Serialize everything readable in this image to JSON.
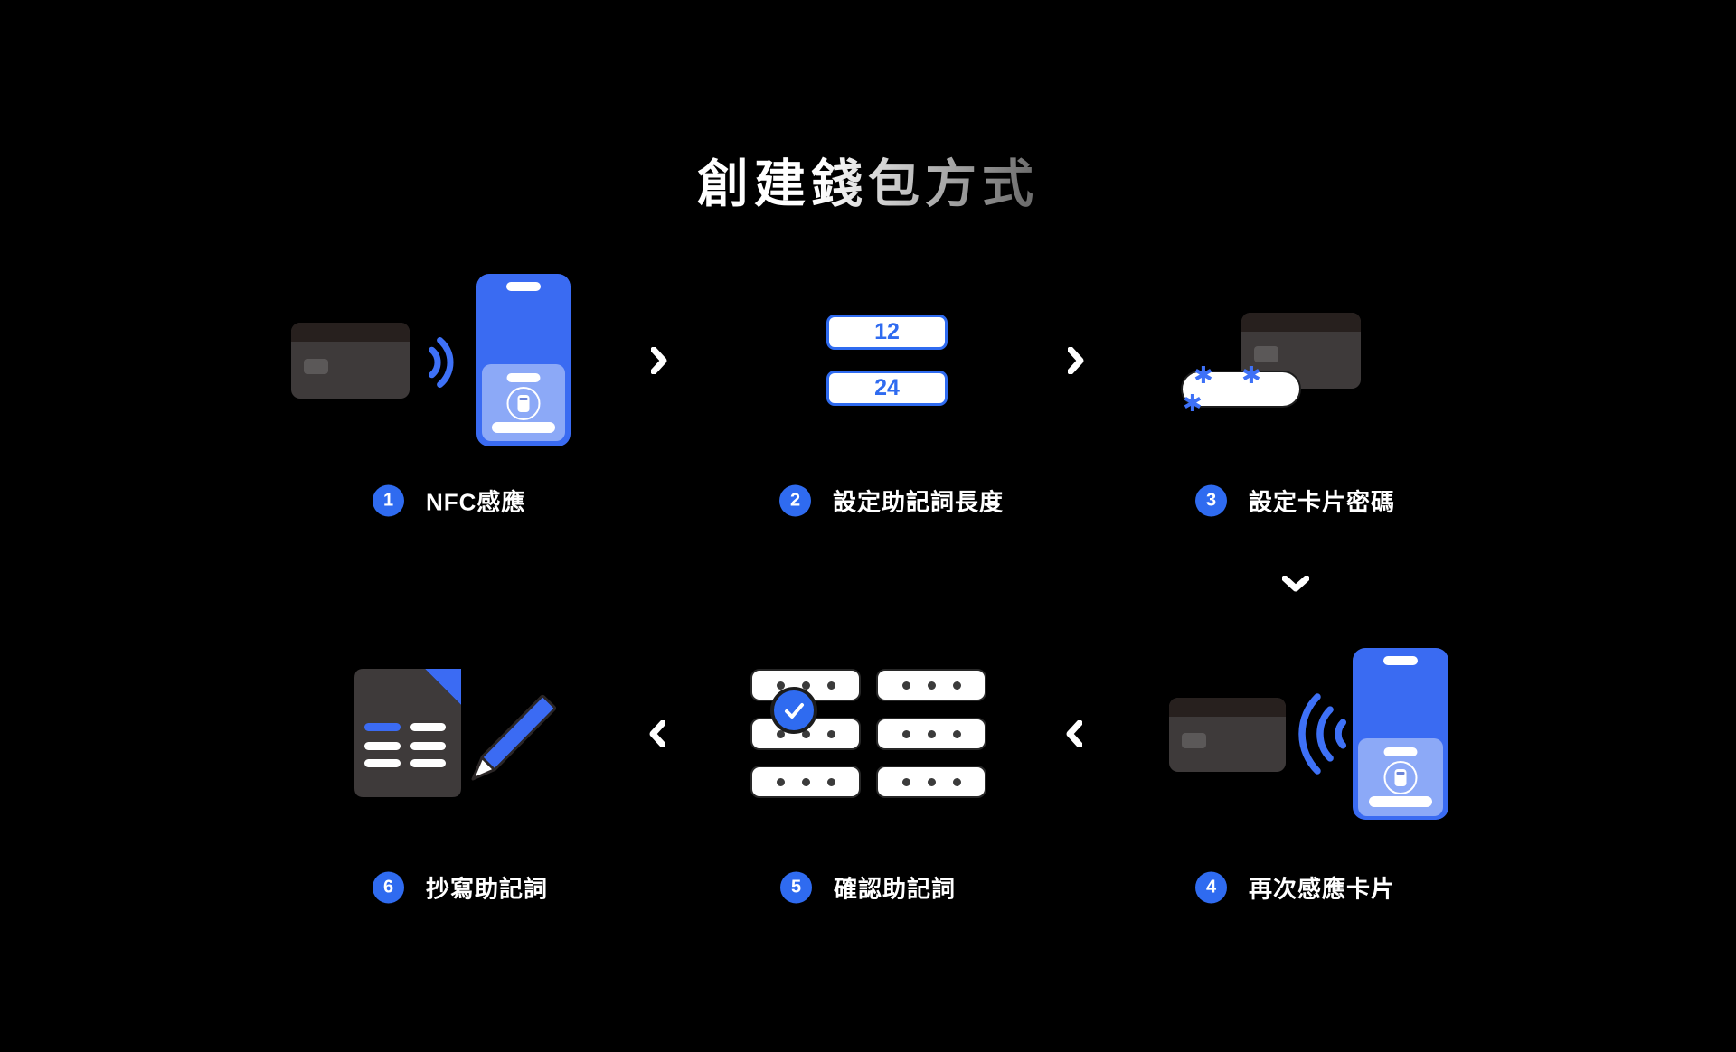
{
  "title": "創建錢包方式",
  "steps": [
    {
      "number": "1",
      "label": "NFC感應"
    },
    {
      "number": "2",
      "label": "設定助記詞長度",
      "length_options": [
        "12",
        "24"
      ]
    },
    {
      "number": "3",
      "label": "設定卡片密碼",
      "password_mask": "✱ ✱ ✱"
    },
    {
      "number": "4",
      "label": "再次感應卡片"
    },
    {
      "number": "5",
      "label": "確認助記詞"
    },
    {
      "number": "6",
      "label": "抄寫助記詞"
    }
  ],
  "flow": {
    "arrows": [
      "right",
      "right",
      "down",
      "left",
      "left"
    ]
  },
  "colors": {
    "background": "#000000",
    "accent_blue": "#2f6bf0",
    "wave_blue": "#3e71f7",
    "card_dark": "#3e3a3a",
    "title_gradient_start": "#ffffff",
    "title_gradient_end": "#6d6d6d"
  }
}
